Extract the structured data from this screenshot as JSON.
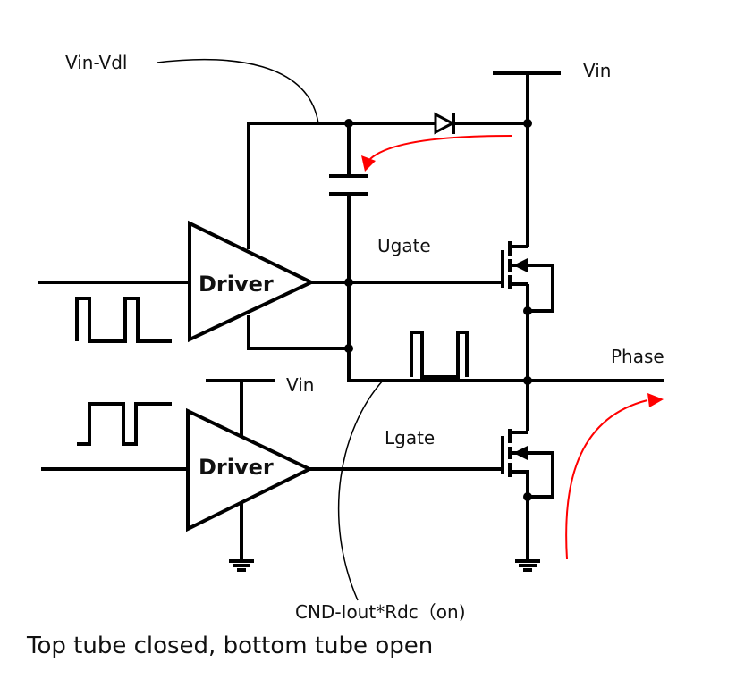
{
  "labels": {
    "vin_vdl": "Vin-Vdl",
    "vin_top": "Vin",
    "ugate": "Ugate",
    "driver_top": "Driver",
    "phase": "Phase",
    "vin_low": "Vin",
    "lgate": "Lgate",
    "driver_bottom": "Driver",
    "gnd_note": "CND-Iout*Rdc（on)"
  },
  "caption": "Top tube closed, bottom tube open",
  "colors": {
    "wire": "#000000",
    "current_arrow": "#ff0000",
    "text": "#111111"
  },
  "icons": {
    "diode": "diode-icon",
    "capacitor": "capacitor-icon",
    "mosfet": "mosfet-icon",
    "ground": "ground-icon",
    "driver": "buffer-triangle-icon",
    "pulse": "square-wave-icon"
  }
}
